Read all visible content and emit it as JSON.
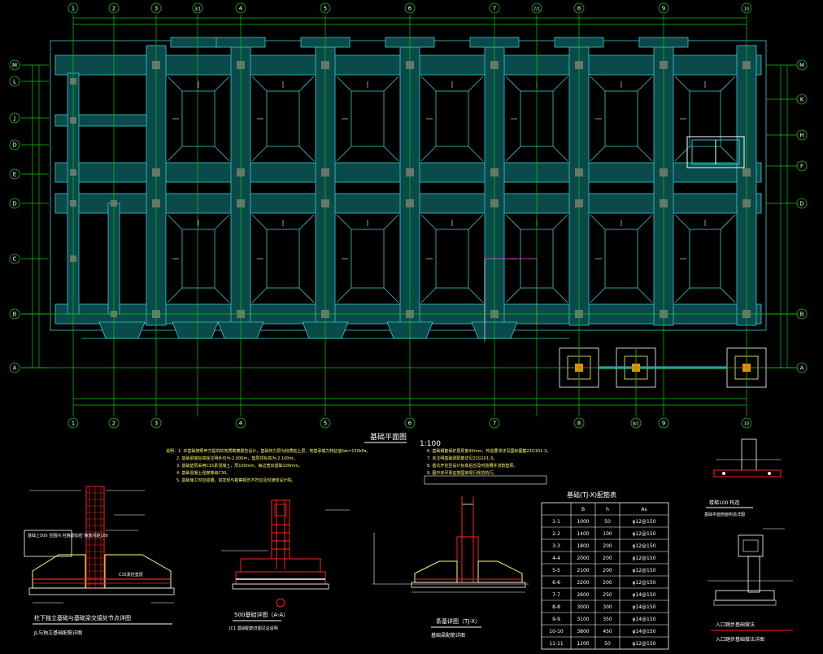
{
  "drawing": {
    "colors": {
      "background": "#000000",
      "axis_green": "#00cc00",
      "beam_cyan": "#33cccc",
      "beam_fill": "#0b4a4a",
      "column": "#707070",
      "detail_red": "#ff2222",
      "annotation_white": "#ffffff",
      "annotation_yellow": "#ffff66",
      "leader_magenta": "#ff44ff"
    },
    "plan_title": "基础平面图",
    "plan_scale": "1:100",
    "column_axes_top": [
      "1",
      "2",
      "3",
      "3/1",
      "4",
      "5",
      "6",
      "7",
      "7/1",
      "8",
      "9",
      "10"
    ],
    "column_axes_bottom": [
      "1",
      "2",
      "3",
      "4",
      "5",
      "6",
      "7",
      "8",
      "8/1",
      "9",
      "10"
    ],
    "row_axes_left": [
      "M",
      "L",
      "J",
      "D",
      "E",
      "D",
      "C",
      "B",
      "A"
    ],
    "row_axes_right": [
      "M",
      "K",
      "H",
      "F",
      "D",
      "B",
      "A"
    ],
    "notes": [
      "说明：1. 本基础按照甲方提供的地质勘察报告设计，基础持力层为粉质粘土层，地基承载力特征值fak=150kPa。",
      "2. 基础梁底标高除注明外均为-2.000m，垫层顶标高为-2.100m。",
      "3. 基础垫层采用C15素混凝土，厚100mm，每边宽出基础100mm。",
      "4. 基础混凝土强度等级C30。",
      "5. 基础施工时应验槽，如发现与勘察报告不符应及时通知设计院。",
      "6. 基础钢筋保护层厚度40mm，构造要求详见国标图集22G101-3。",
      "7. 未注明基础梁配筋详见22G101-3。",
      "8. 基坑开挖至设计标高后应及时验槽并浇筑垫层。",
      "9. 图中未尽事宜按国家现行规范执行。"
    ],
    "table": {
      "title": "基础(TJ-X)配筋表",
      "headers": [
        "",
        "B",
        "h",
        "As"
      ],
      "rows": [
        [
          "1-1",
          "1000",
          "50",
          "φ12@150"
        ],
        [
          "2-2",
          "1400",
          "100",
          "φ12@150"
        ],
        [
          "3-3",
          "1800",
          "200",
          "φ12@150"
        ],
        [
          "4-4",
          "2000",
          "200",
          "φ12@150"
        ],
        [
          "5-5",
          "2100",
          "200",
          "φ12@150"
        ],
        [
          "6-6",
          "2200",
          "200",
          "φ12@150"
        ],
        [
          "7-7",
          "2600",
          "250",
          "φ14@150"
        ],
        [
          "8-8",
          "3000",
          "300",
          "φ14@150"
        ],
        [
          "9-9",
          "3100",
          "350",
          "φ14@150"
        ],
        [
          "10-10",
          "3800",
          "450",
          "φ14@150"
        ],
        [
          "11-11",
          "1200",
          "50",
          "φ12@150"
        ]
      ]
    },
    "details": {
      "d1_title": "柱下独立基础与基础梁交接处节点详图",
      "d1_subtitle": "JL与独立基础配筋详图",
      "d1_note": "基础上500 范围内\n柱箍筋加密\n箍筋间距100",
      "d1_label": "C15素砼垫层",
      "d2_title": "500基础详图（A-A）",
      "d2_subtitle": "JC1 基础配筋详图见总说明",
      "d3_title": "条基详图（TJ-X）",
      "d3_subtitle": "基础梁配筋详图",
      "d4_title": "楼梯100 构造",
      "d4_subtitle": "基础平面剖面构造详图",
      "d5_title": "入口踏步基础做法",
      "d5_subtitle": "入口踏步基础做法详图"
    }
  }
}
